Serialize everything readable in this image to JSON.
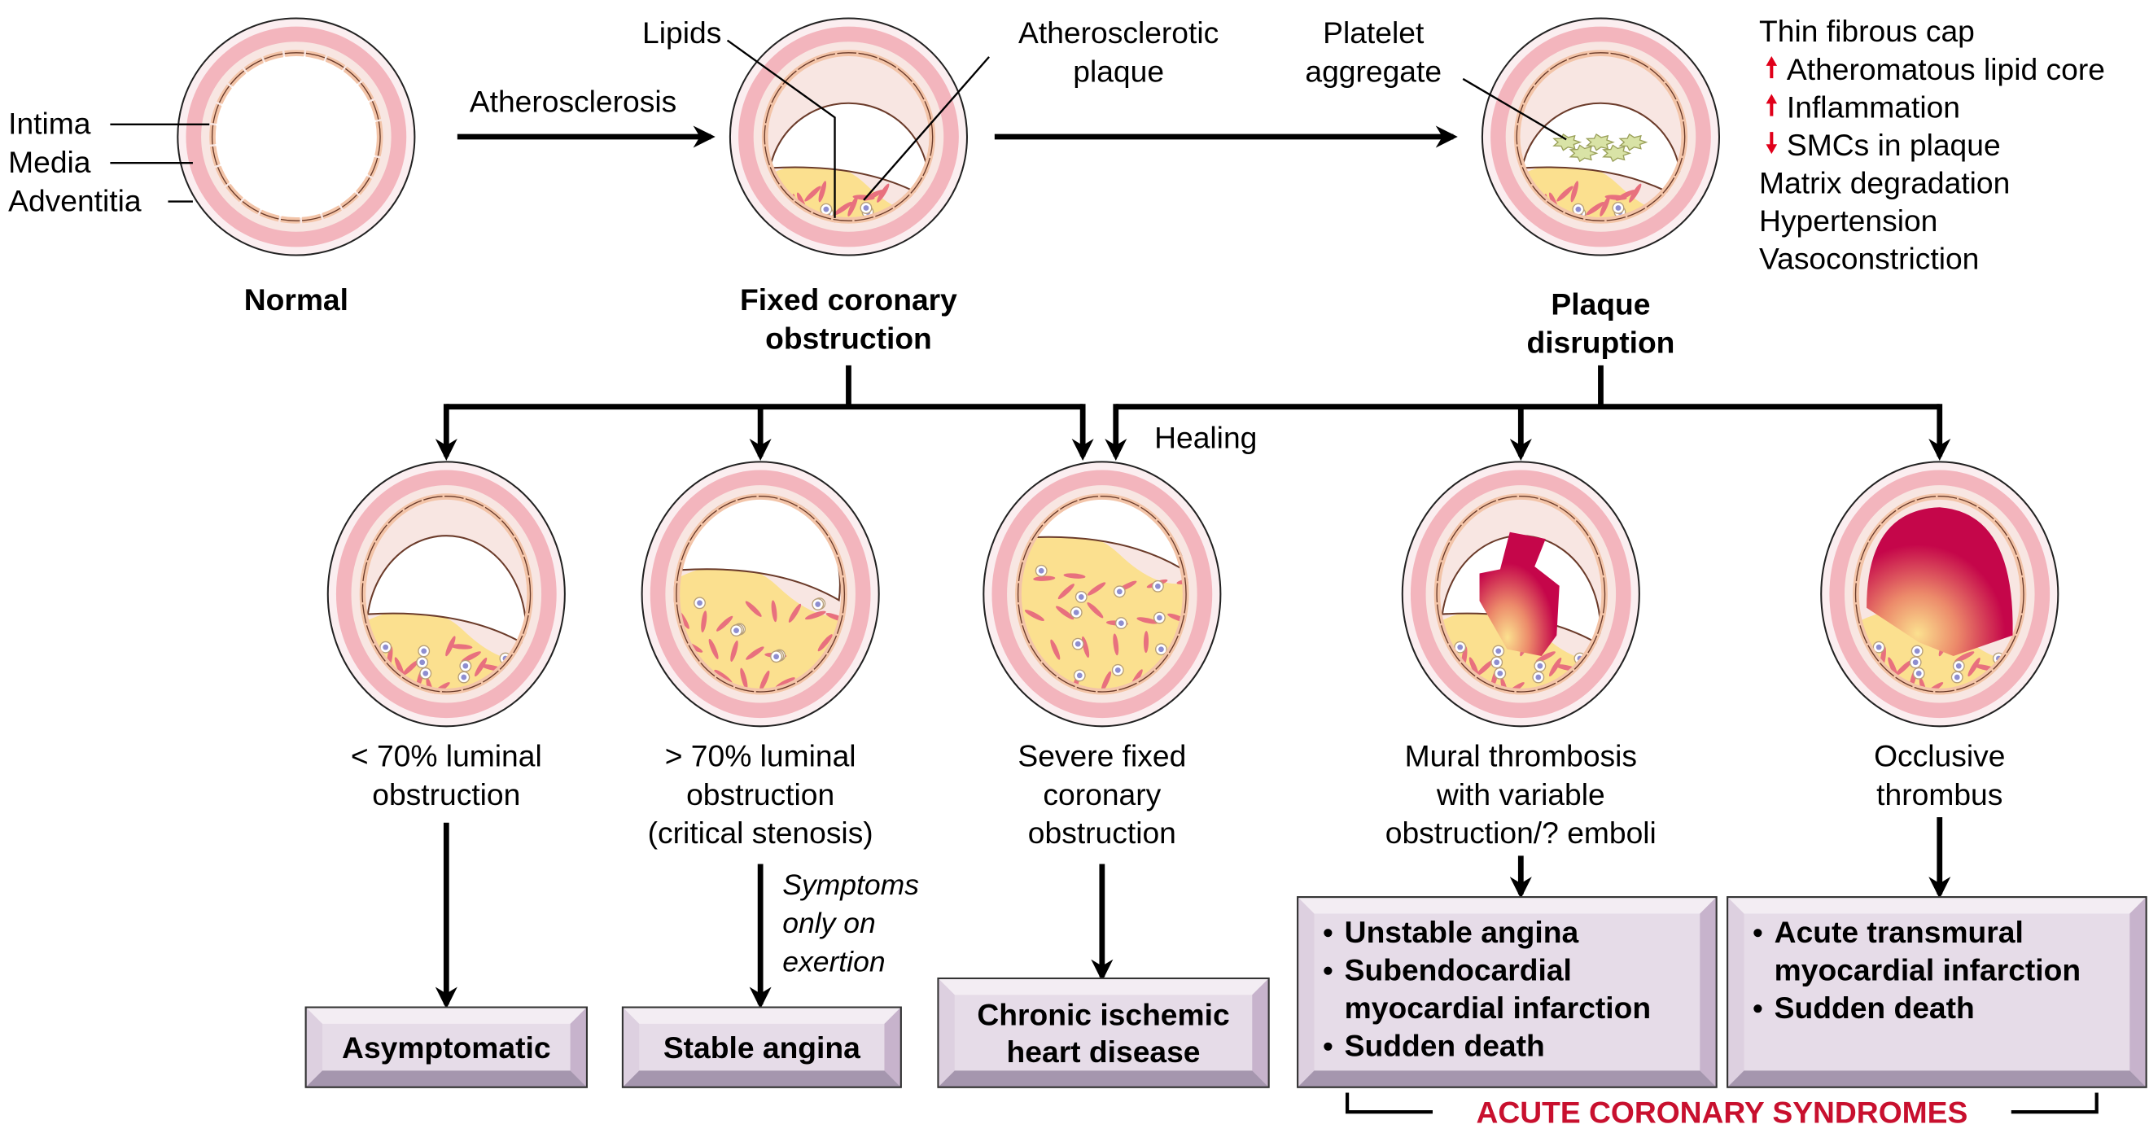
{
  "title": "Pathogenesis of ischemic heart disease",
  "colors": {
    "adventitia_outer": "#fbeef0",
    "media": "#f3b5bd",
    "intima": "#f8e6e2",
    "endothelium": "#f3c4a8",
    "lipid_core": "#fbe08f",
    "smc": "#e8707e",
    "thrombus": "#c5064a",
    "platelets": "#d9e3a6",
    "box_face": "#e6dce8",
    "box_top": "#f3edf3",
    "box_right": "#c7b3cc",
    "box_bottom": "#a596ae",
    "acs_red": "#c8102e",
    "arrow_up_red": "#e0001a"
  },
  "top_row": {
    "normal": {
      "label": "Normal",
      "layers": [
        "Intima",
        "Media",
        "Adventitia"
      ]
    },
    "transition_1": "Atherosclerosis",
    "fixed": {
      "label_line1": "Fixed coronary",
      "label_line2": "obstruction",
      "callout_lipids": "Lipids",
      "callout_plaque_line1": "Atherosclerotic",
      "callout_plaque_line2": "plaque"
    },
    "disruption": {
      "label_line1": "Plaque",
      "label_line2": "disruption",
      "callout_platelet_line1": "Platelet",
      "callout_platelet_line2": "aggregate",
      "factors": [
        {
          "marker": "",
          "text": "Thin fibrous cap"
        },
        {
          "marker": "up-arrow",
          "text": "Atheromatous lipid core"
        },
        {
          "marker": "up-arrow",
          "text": "Inflammation"
        },
        {
          "marker": "down-arrow",
          "text": "SMCs in plaque"
        },
        {
          "marker": "",
          "text": "Matrix degradation"
        },
        {
          "marker": "",
          "text": "Hypertension"
        },
        {
          "marker": "",
          "text": "Vasoconstriction"
        }
      ]
    }
  },
  "healing_label": "Healing",
  "middle_row": [
    {
      "id": "lt70",
      "lines": [
        "< 70% luminal",
        "obstruction"
      ]
    },
    {
      "id": "gt70",
      "lines": [
        "> 70% luminal",
        "obstruction",
        "(critical stenosis)"
      ]
    },
    {
      "id": "severe",
      "lines": [
        "Severe fixed",
        "coronary",
        "obstruction"
      ]
    },
    {
      "id": "mural",
      "lines": [
        "Mural thrombosis",
        "with variable",
        "obstruction/? emboli"
      ]
    },
    {
      "id": "occlusive",
      "lines": [
        "Occlusive",
        "thrombus"
      ]
    }
  ],
  "exertion_note": [
    "Symptoms",
    "only on",
    "exertion"
  ],
  "outcomes": [
    {
      "id": "asymptomatic",
      "lines": [
        "Asymptomatic"
      ]
    },
    {
      "id": "stable-angina",
      "lines": [
        "Stable angina"
      ]
    },
    {
      "id": "chronic-ihd",
      "lines": [
        "Chronic ischemic",
        "heart disease"
      ]
    },
    {
      "id": "acs-left",
      "bullets": [
        "Unstable angina",
        "Subendocardial",
        "myocardial infarction",
        "Sudden death"
      ],
      "bullet_flags": [
        true,
        true,
        false,
        true
      ]
    },
    {
      "id": "acs-right",
      "bullets": [
        "Acute transmural",
        "myocardial infarction",
        "Sudden death"
      ],
      "bullet_flags": [
        true,
        false,
        true
      ]
    }
  ],
  "acs_label": "ACUTE CORONARY SYNDROMES"
}
